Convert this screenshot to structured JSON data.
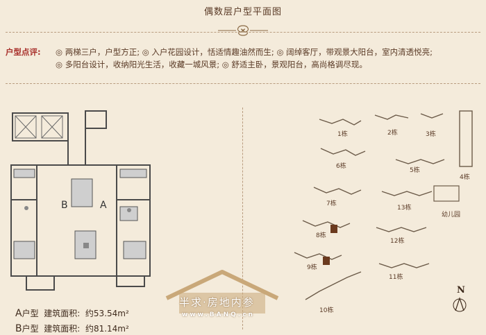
{
  "title": "偶数层户型平面图",
  "review": {
    "label": "户型点评:",
    "items": [
      "◎ 两梯三户，户型方正;",
      "◎ 入户花园设计，恬适情趣油然而生;",
      "◎ 阔绰客厅，带观景大阳台，室内清透悦亮;",
      "◎ 多阳台设计，收纳阳光生活，收藏一城风景;",
      "◎ 舒适主卧，景观阳台，高尚格调尽现。"
    ]
  },
  "plan": {
    "label_b": "B",
    "label_a": "A"
  },
  "units": [
    {
      "type_letter": "A",
      "type_suffix": "户型",
      "area_label": "建筑面积:",
      "area_value": "约53.54m²"
    },
    {
      "type_letter": "B",
      "type_suffix": "户型",
      "area_label": "建筑面积:",
      "area_value": "约81.14m²"
    }
  ],
  "site": {
    "buildings": [
      "1栋",
      "2栋",
      "3栋",
      "4栋",
      "5栋",
      "6栋",
      "7栋",
      "8栋",
      "9栋",
      "10栋",
      "11栋",
      "12栋",
      "13栋"
    ],
    "kindergarten": "幼儿园",
    "north": "N"
  },
  "watermark": {
    "text": "半求·房地内参",
    "url": "www.BANQ.cn"
  },
  "colors": {
    "background": "#f4ebdb",
    "label_red": "#a8302b",
    "text": "#5a3a26",
    "highlight": "#6b3a1e"
  }
}
